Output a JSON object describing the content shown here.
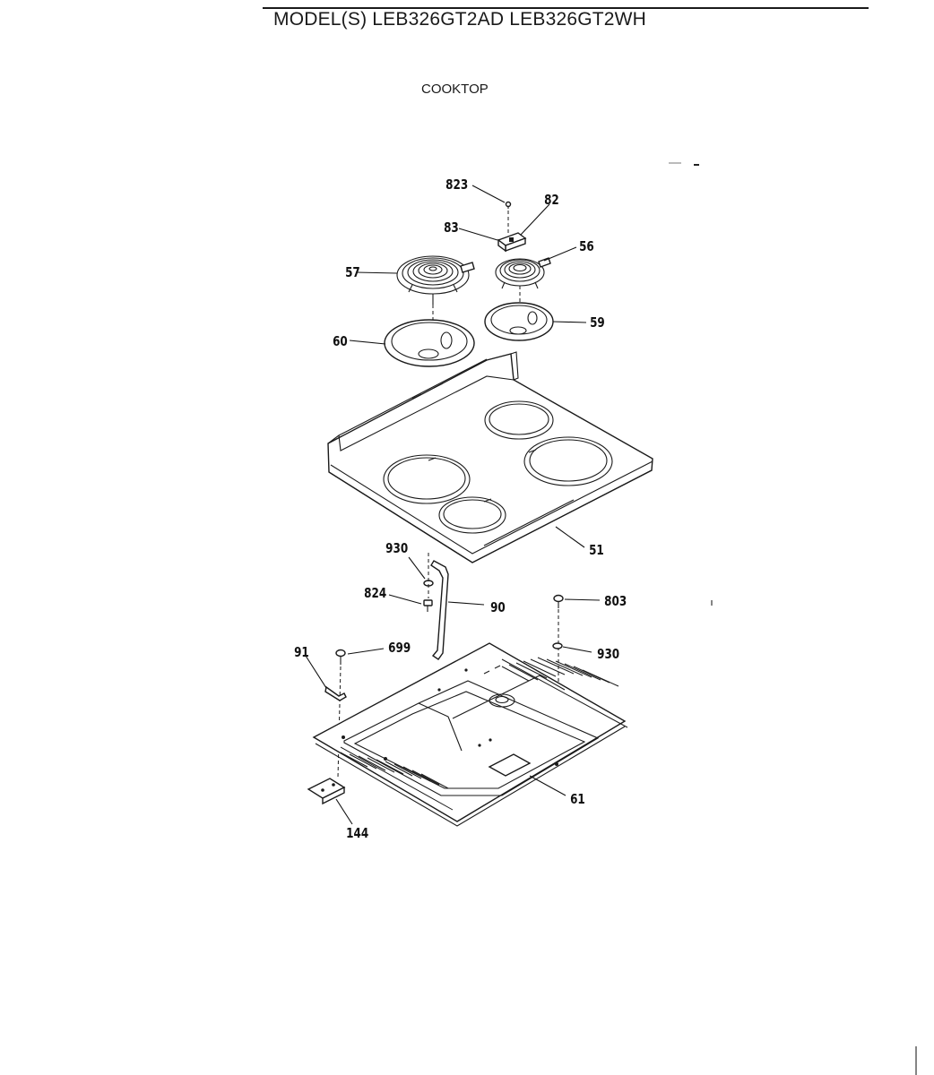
{
  "header": {
    "model_title": "MODEL(S) LEB326GT2AD  LEB326GT2WH"
  },
  "section": {
    "title": "COOKTOP"
  },
  "diagram": {
    "callouts": {
      "p823": "823",
      "p82": "82",
      "p83": "83",
      "p56": "56",
      "p57": "57",
      "p59": "59",
      "p60": "60",
      "p51": "51",
      "p930a": "930",
      "p824": "824",
      "p90": "90",
      "p803": "803",
      "p91": "91",
      "p699": "699",
      "p930b": "930",
      "p61": "61",
      "p144": "144"
    }
  }
}
